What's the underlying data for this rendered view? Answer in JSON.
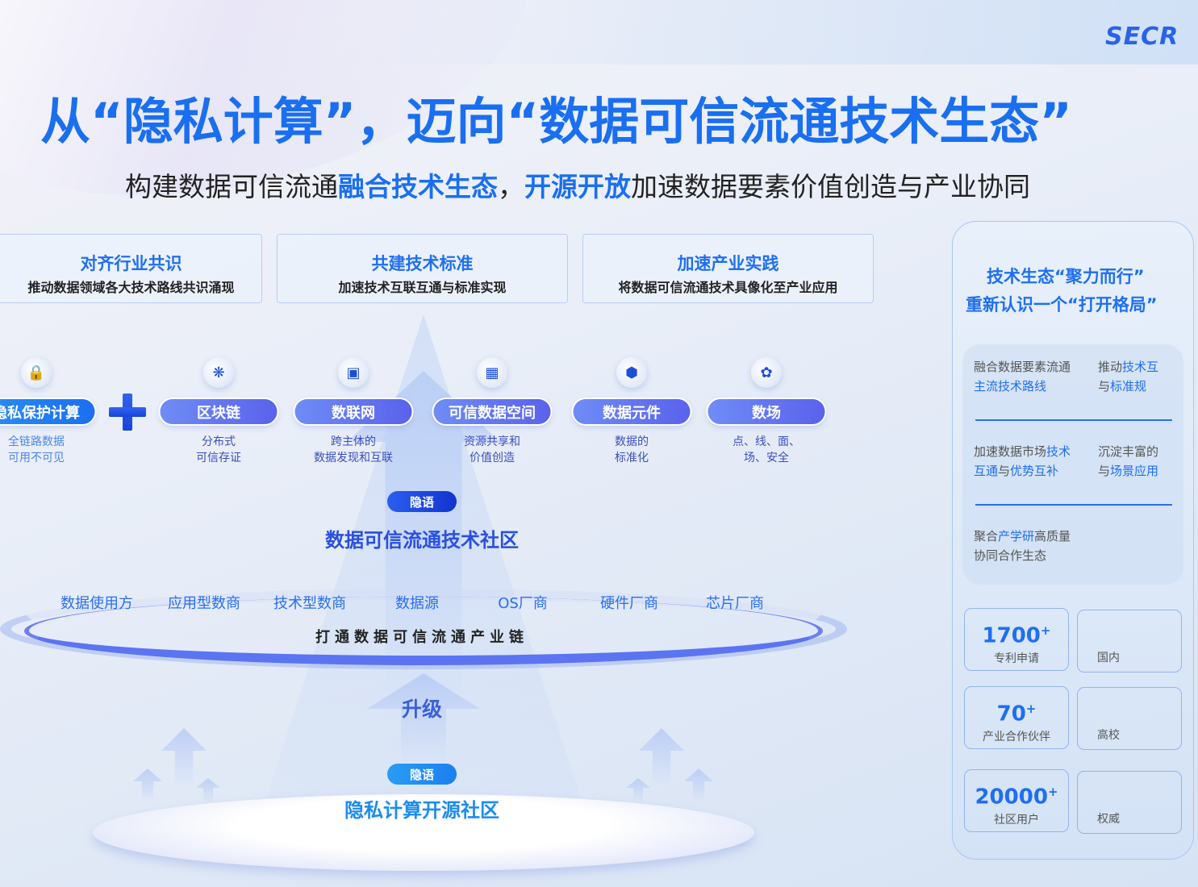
{
  "logo": "SECR",
  "title": "从“隐私计算”，迈向“数据可信流通技术生态”",
  "subtitle": {
    "p1": "构建数据可信流通",
    "b1": "融合技术生态",
    "p2": "，",
    "b2": "开源开放",
    "p3": "加速数据要素价值创造与产业协同"
  },
  "top_boxes": [
    {
      "heading": "对齐行业共识",
      "sub": "推动数据领域各大技术路线共识涌现"
    },
    {
      "heading": "共建技术标准",
      "sub": "加速技术互联互通与标准实现"
    },
    {
      "heading": "加速产业实践",
      "sub": "将数据可信流通技术具像化至产业应用"
    }
  ],
  "tech_items": [
    {
      "label": "隐私保护计算",
      "icon": "lock-wifi-icon",
      "desc1": "全链路数据",
      "desc2": "可用不可见"
    },
    {
      "label": "区块链",
      "icon": "blockchain-icon",
      "desc1": "分布式",
      "desc2": "可信存证"
    },
    {
      "label": "数联网",
      "icon": "network-icon",
      "desc1": "跨主体的",
      "desc2": "数据发现和互联"
    },
    {
      "label": "可信数据空间",
      "icon": "chip-icon",
      "desc1": "资源共享和",
      "desc2": "价值创造"
    },
    {
      "label": "数据元件",
      "icon": "cube-icon",
      "desc1": "数据的",
      "desc2": "标准化"
    },
    {
      "label": "数场",
      "icon": "grid-icon",
      "desc1": "点、线、面、",
      "desc2": "场、安全"
    }
  ],
  "upper_community": {
    "badge": "隐语",
    "name": "数据可信流通技术社区"
  },
  "roles": [
    "数据使用方",
    "应用型数商",
    "技术型数商",
    "数据源",
    "OS厂商",
    "硬件厂商",
    "芯片厂商"
  ],
  "chain_text": "打通数据可信流通产业链",
  "upgrade": "升级",
  "lower_community": {
    "badge": "隐语",
    "name": "隐私计算开源社区"
  },
  "panel": {
    "title1": "技术生态“聚力而行”",
    "title2": "重新认识一个“打开格局”",
    "features": [
      {
        "a": "融合数据要素流通",
        "b": "主流技术路线"
      },
      {
        "a1": "推动",
        "a2": "技术互",
        "b1": "与",
        "b2": "标准规"
      },
      {
        "a1": "加速数据市场",
        "a2": "技术",
        "b1": "互通",
        "b2": "与",
        "b3": "优势互补"
      },
      {
        "a": "沉淀丰富的",
        "b1": "与",
        "b2": "场景应用"
      },
      {
        "a1": "聚合",
        "a2": "产学研",
        "a3": "高质量",
        "b": "协同合作生态"
      }
    ],
    "stats": [
      {
        "value": "1700",
        "suffix": "+",
        "label": "专利申请"
      },
      {
        "value": "70",
        "suffix": "+",
        "label": "产业合作伙伴"
      },
      {
        "value": "20000",
        "suffix": "+",
        "label": "社区用户"
      }
    ],
    "stats_right": [
      "国内",
      "高校",
      "权威"
    ]
  },
  "colors": {
    "accent": "#1f6ff0",
    "pill": "#5a62ec"
  }
}
